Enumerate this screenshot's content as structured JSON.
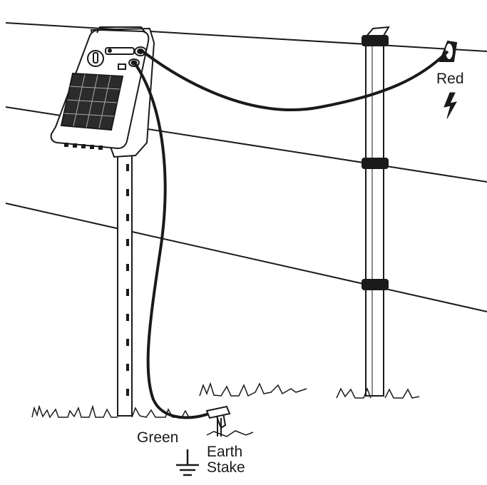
{
  "labels": {
    "red": "Red",
    "green": "Green",
    "earth": "Earth",
    "stake": "Stake"
  },
  "icons": {
    "energizer": "solar-fence-energizer",
    "lightning": "lightning-bolt-icon",
    "ground": "ground-symbol-icon"
  },
  "colors": {
    "line": "#1a1a1a",
    "panel": "#2b2b2b",
    "background": "#ffffff"
  }
}
